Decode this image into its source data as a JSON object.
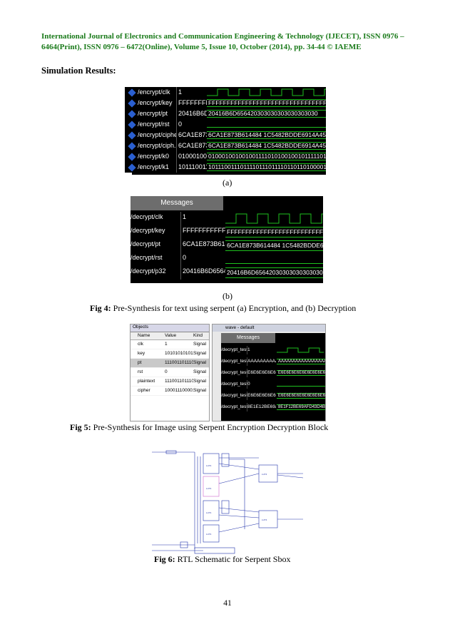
{
  "header": {
    "line1": "International Journal of Electronics and Communication Engineering & Technology (IJECET), ISSN 0976 –",
    "line2": "6464(Print), ISSN 0976 – 6472(Online), Volume 5, Issue 10, October (2014), pp. 34-44 © IAEME"
  },
  "section_title": "Simulation Results:",
  "fig4a": {
    "sub_label": "(a)",
    "rows": [
      {
        "name": "/encrypt/clk",
        "value": "1",
        "wave": ""
      },
      {
        "name": "/encrypt/key",
        "value": "FFFFFFFFFFFF",
        "wave": "FFFFFFFFFFFFFFFFFFFFFFFFFFFFFFFFFFFFFFFFFFFFFFFFFFFFFFFFFFFFFFFFFF"
      },
      {
        "name": "/encrypt/pt",
        "value": "20416B6D656",
        "wave": "20416B6D656420303030303030303030"
      },
      {
        "name": "/encrypt/rst",
        "value": "0",
        "wave": ""
      },
      {
        "name": "/encrypt/cipher",
        "value": "6CA1E873B6",
        "wave": "6CA1E873B614484 1C5482BDDE6914A45"
      },
      {
        "name": "/encrypt/ciph...",
        "value": "6CA1E873B6",
        "wave": "6CA1E873B614484 1C5482BDDE6914A45"
      },
      {
        "name": "/encrypt/k0",
        "value": "01000100101",
        "wave": "0100010010010011110101001001011111010100111101001001010010010001110000"
      },
      {
        "name": "/encrypt/k1",
        "value": "10111001110",
        "wave": "10111001110111101110111101101101000011011110000101111000001010"
      }
    ]
  },
  "fig4b": {
    "sub_label": "(b)",
    "messages_label": "Messages",
    "rows": [
      {
        "name": "/decrypt/clk",
        "value": "1",
        "wave": ""
      },
      {
        "name": "/decrypt/key",
        "value": "FFFFFFFFFFFFFFFF",
        "wave": "FFFFFFFFFFFFFFFFFFFFFFFFFFFFFFFFFFFFFFFFFFFFFF"
      },
      {
        "name": "/decrypt/pt",
        "value": "6CA1E873B614848",
        "wave": "6CA1E873B614484 1C5482BDDE6914A45"
      },
      {
        "name": "/decrypt/rst",
        "value": "0",
        "wave": ""
      },
      {
        "name": "/decrypt/p32",
        "value": "20416B6D65642030",
        "wave": "20416B6D656420303030303030303030"
      }
    ]
  },
  "fig4_caption": {
    "label": "Fig 4:",
    "text": " Pre-Synthesis for text using serpent (a) Encryption, and (b) Decryption"
  },
  "fig5": {
    "objects_title": "Objects",
    "headers": [
      "Name",
      "Value",
      "Kind"
    ],
    "objects": [
      {
        "name": "clk",
        "value": "1",
        "kind": "Signal"
      },
      {
        "name": "key",
        "value": "1010101010101010...",
        "kind": "Signal"
      },
      {
        "name": "pt",
        "value": "1110011011100110...",
        "kind": "Signal"
      },
      {
        "name": "rst",
        "value": "0",
        "kind": "Signal"
      },
      {
        "name": "plaintext",
        "value": "1110011011100110...",
        "kind": "Signal"
      },
      {
        "name": "cipher",
        "value": "1000111000011100...",
        "kind": "Signal"
      }
    ],
    "wave_title": "wave - default",
    "messages_label": "Messages",
    "wave_rows": [
      {
        "name": "/decrypt_test/clk",
        "value": "1",
        "wave": ""
      },
      {
        "name": "/decrypt_test/key",
        "value": "AAAAAAAAAA",
        "wave": "AAAAAAAAAAAAAAAAAAAAAAAAAAAAAAAA"
      },
      {
        "name": "/decrypt_test/pt",
        "value": "E6E6E6E6E6E6",
        "wave": "E6E6E6E6E6E6E6E6E6E6E6E6E6E6E6E6"
      },
      {
        "name": "/decrypt_test/rst",
        "value": "0",
        "wave": ""
      },
      {
        "name": "/decrypt_test/plaint...",
        "value": "E6E6E6E6E6E6",
        "wave": "E6E6E6E6E6E6E6E6E6E6E6E6E6E6E6E6"
      },
      {
        "name": "/decrypt_test/cipher",
        "value": "8E1E12BE69AFD4",
        "wave": "8E1F12BE69AFD43D4B7521466C5E7E"
      }
    ]
  },
  "fig5_caption": {
    "label": "Fig 5:",
    "text": " Pre-Synthesis for Image using Serpent Encryption Decryption Block"
  },
  "fig6_caption": {
    "label": "Fig 6:",
    "text": " RTL Schematic for Serpent Sbox"
  },
  "page_number": "41"
}
